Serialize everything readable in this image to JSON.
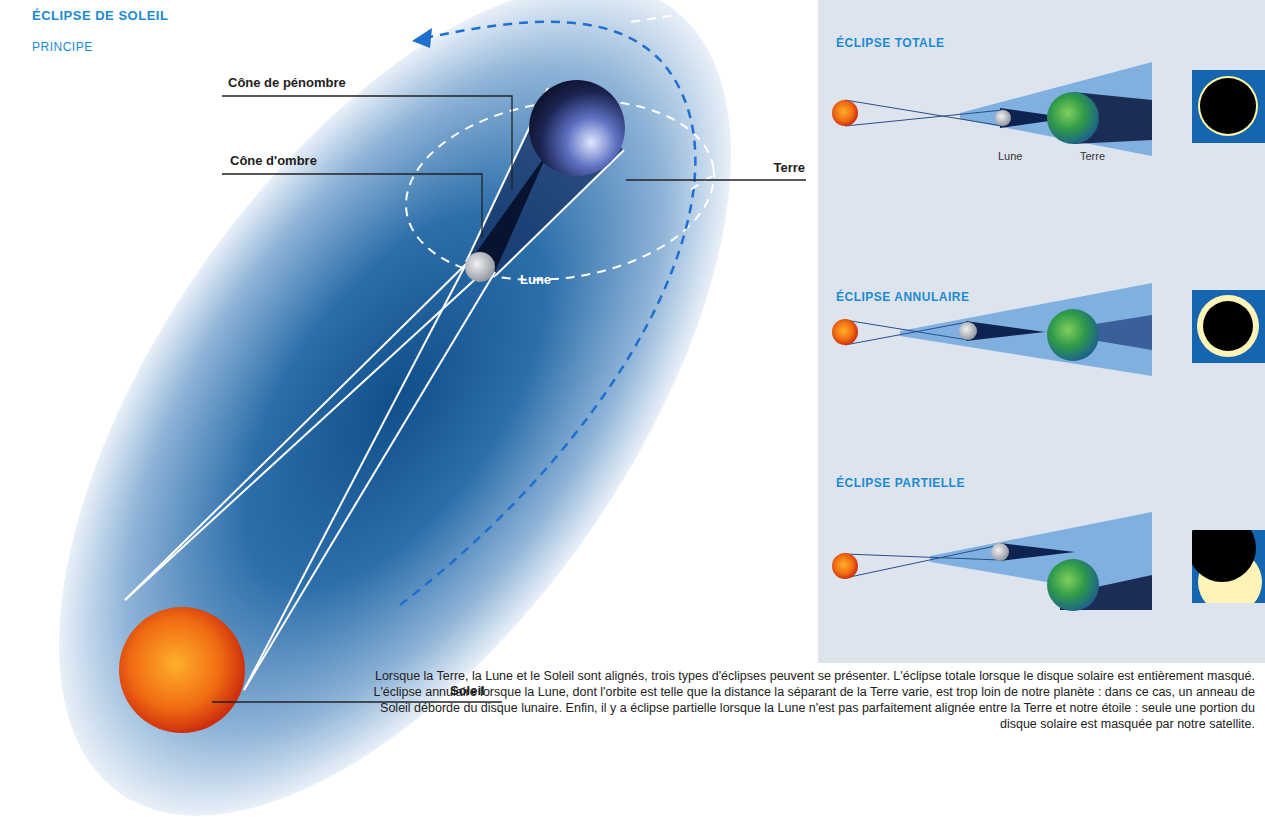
{
  "diagram": {
    "title": "ÉCLIPSE DE SOLEIL",
    "caption": "Lorsque la Terre, la Lune et le Soleil sont alignés, trois types d'éclipses peuvent se présenter. L'éclipse totale lorsque le disque solaire est entièrement masqué. L'éclipse annulaire lorsque la Lune, dont l'orbite est telle que la distance la séparant de la Terre varie, est trop loin de notre planète : dans ce cas, un anneau de Soleil déborde du disque lunaire. Enfin, il y a éclipse partielle lorsque la Lune n'est pas parfaitement alignée entre la Terre et notre étoile : seule une portion du disque solaire est masquée par notre satellite.",
    "nodes": [
      {
        "text": [
          "ÉCLIPSE TOTALE",
          "Lune",
          "Terre",
          "ÉCLIPSE ANNULAIRE",
          "ÉCLIPSE PARTIELLE"
        ]
      }
    ],
    "labels": [
      "PRINCIPE",
      "Cône de pénombre",
      "Cône d'ombre",
      "Terre",
      "Lune",
      "Soleil"
    ]
  }
}
